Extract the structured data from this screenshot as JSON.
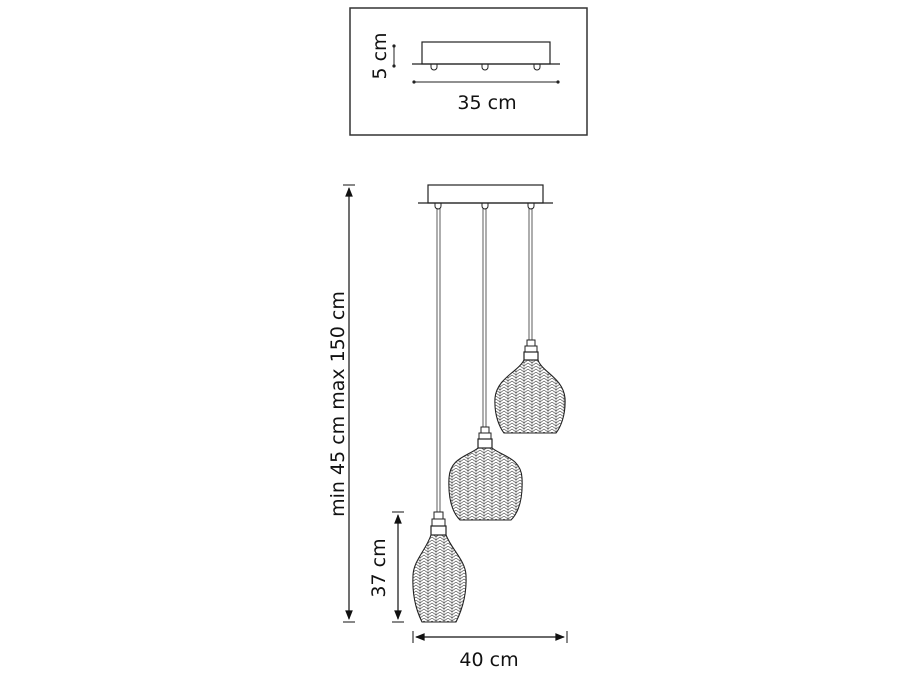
{
  "canopy_box": {
    "height_label": "5 cm",
    "width_label": "35 cm"
  },
  "main": {
    "total_height_label": "min 45 cm max 150 cm",
    "shade_height_label": "37 cm",
    "width_label": "40 cm",
    "pendant_count": 3
  },
  "colors": {
    "line": "#222222",
    "background": "#ffffff"
  }
}
